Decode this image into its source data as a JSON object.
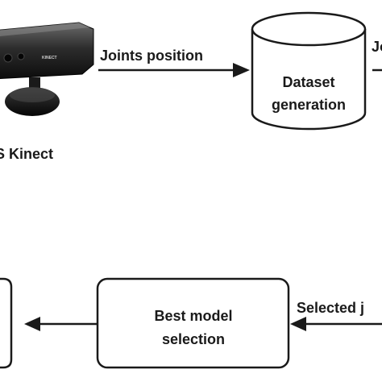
{
  "top_row": {
    "device_label": "S Kinect",
    "device_brand_text": "KINECT",
    "edge_joints_position": "Joints position",
    "dataset_node": {
      "line1": "Dataset",
      "line2": "generation"
    },
    "edge_cut_right": "Jo"
  },
  "bottom_row": {
    "model_node": {
      "line1": "Best model",
      "line2": "selection"
    },
    "edge_selected": "Selected j"
  },
  "colors": {
    "stroke": "#1a1a1a",
    "text": "#1a1a1a",
    "background": "#ffffff"
  }
}
